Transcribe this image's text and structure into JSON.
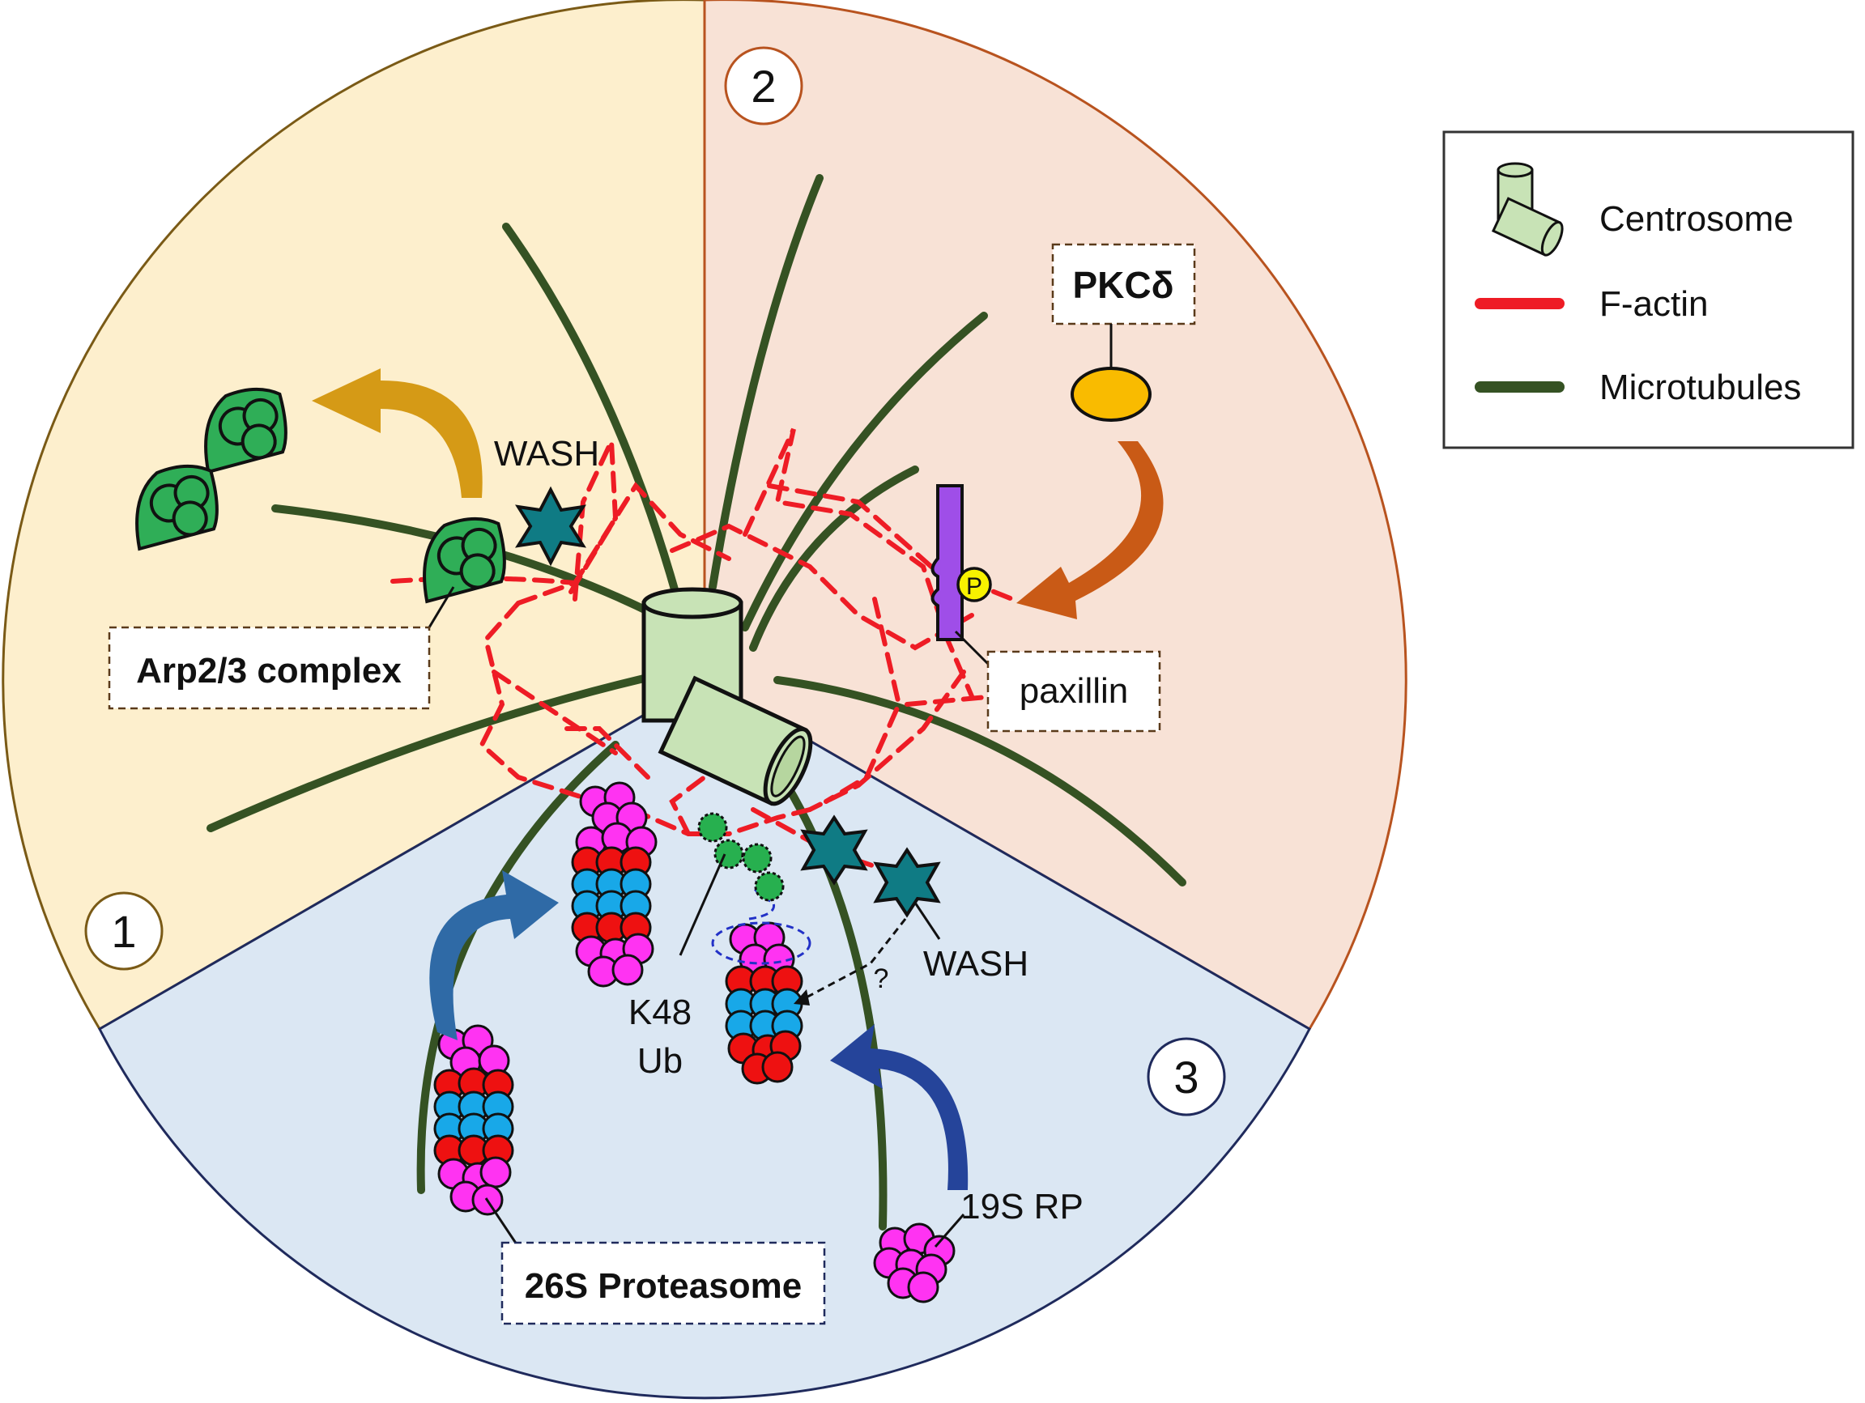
{
  "colors": {
    "sector_1": "#fdefcd",
    "sector_2": "#f8e2d6",
    "sector_3": "#dbe7f3",
    "sector_1_border": "#7a5a16",
    "sector_2_border": "#b8531f",
    "sector_3_border": "#1f2a5c",
    "microtubule": "#355223",
    "f_actin": "#ee1c25",
    "centrosome": "#c8e3b6",
    "arp23": "#2fae57",
    "wash": "#0f7b84",
    "pkc_delta": "#f9bb00",
    "paxillin": "#9f4ee8",
    "phospho": "#f7f200",
    "proteasome_magenta": "#ff33f2",
    "proteasome_red": "#ee1111",
    "proteasome_cyan": "#18a8e8",
    "ubiquitin": "#27b04f",
    "arrow_gold": "#d59a16",
    "arrow_orange": "#c95a16",
    "arrow_blue": "#2f6aa6",
    "arrow_navy": "#25449a"
  },
  "sectors": [
    {
      "number": "1"
    },
    {
      "number": "2"
    },
    {
      "number": "3"
    }
  ],
  "labels": {
    "arp23_complex": "Arp2/3 complex",
    "wash_top": "WASH",
    "pkc_delta": "PKCδ",
    "paxillin": "paxillin",
    "phospho": "P",
    "k48_line1": "K48",
    "k48_line2": "Ub",
    "wash_bottom": "WASH",
    "question": "?",
    "proteasome_26s": "26S Proteasome",
    "rp_19s": "19S RP"
  },
  "legend": {
    "items": [
      {
        "label": "Centrosome",
        "icon": "centrosome-icon"
      },
      {
        "label": "F-actin",
        "icon": "f-actin-line"
      },
      {
        "label": "Microtubules",
        "icon": "microtubule-line"
      }
    ]
  }
}
